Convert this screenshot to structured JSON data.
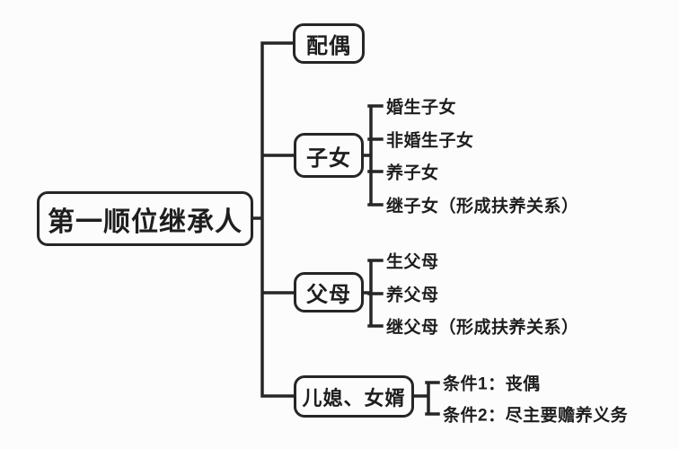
{
  "diagram": {
    "title": "第一顺位继承人 tree diagram",
    "colors": {
      "line": "#262626",
      "text": "#1e1e1e",
      "background": "#fcfcfc"
    },
    "root": {
      "label": "第一顺位继承人"
    },
    "branches": [
      {
        "label": "配偶",
        "children": []
      },
      {
        "label": "子女",
        "children": [
          "婚生子女",
          "非婚生子女",
          "养子女",
          "继子女（形成扶养关系）"
        ]
      },
      {
        "label": "父母",
        "children": [
          "生父母",
          "养父母",
          "继父母（形成扶养关系）"
        ]
      },
      {
        "label": "儿媳、女婿",
        "children": [
          "条件1：丧偶",
          "条件2：尽主要赡养义务"
        ]
      }
    ]
  }
}
